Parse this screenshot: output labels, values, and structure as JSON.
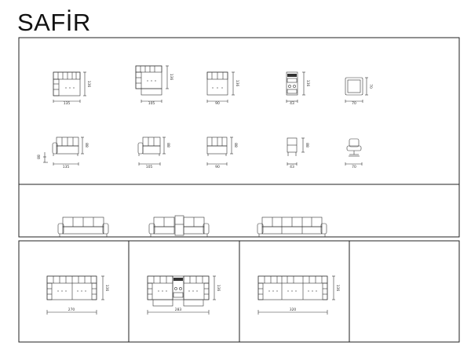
{
  "title": "SAFİR",
  "modules": [
    {
      "name": "corner-seat",
      "width": "135",
      "depth": "136"
    },
    {
      "name": "corner-seat-open",
      "width": "105",
      "depth": "136"
    },
    {
      "name": "middle-seat",
      "width": "90",
      "depth": "136"
    },
    {
      "name": "console-unit",
      "width": "43",
      "depth": "136"
    },
    {
      "name": "ottoman",
      "width": "70",
      "depth": "70"
    },
    {
      "name": "arm-seat-front",
      "width": "135",
      "depth": "88"
    },
    {
      "name": "arm-seat-front-short",
      "width": "105",
      "depth": "88"
    },
    {
      "name": "middle-seat-front",
      "width": "90",
      "depth": "88"
    },
    {
      "name": "console-front",
      "width": "43",
      "depth": "88"
    },
    {
      "name": "swivel-chair",
      "width": "70",
      "depth": ""
    }
  ],
  "side_scale_label": "88",
  "combinations": [
    {
      "name": "combination-1",
      "width": "270",
      "depth": "136"
    },
    {
      "name": "combination-2",
      "width": "283",
      "depth": "136"
    },
    {
      "name": "combination-3",
      "width": "320",
      "depth": "136"
    }
  ]
}
